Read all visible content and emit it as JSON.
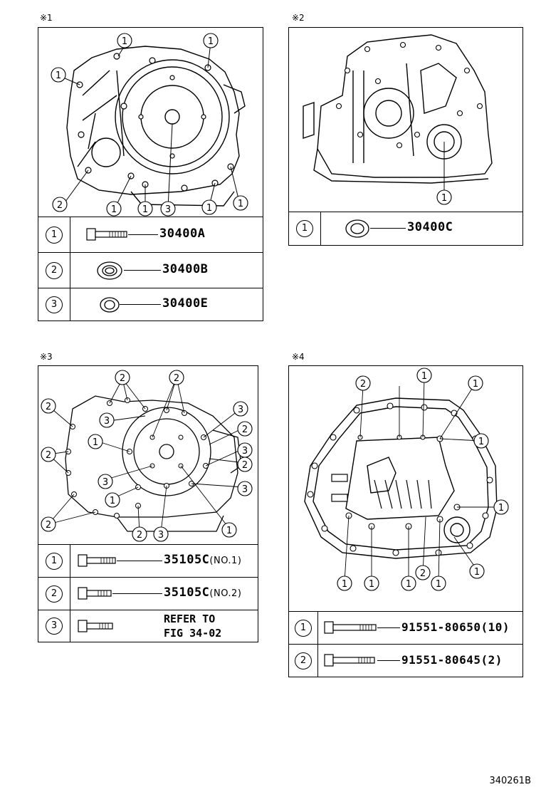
{
  "panels": [
    {
      "note": "※1",
      "rows": [
        {
          "key": "1",
          "part": "30400A",
          "suffix": ""
        },
        {
          "key": "2",
          "part": "30400B",
          "suffix": ""
        },
        {
          "key": "3",
          "part": "30400E",
          "suffix": ""
        }
      ]
    },
    {
      "note": "※2",
      "rows": [
        {
          "key": "1",
          "part": "30400C",
          "suffix": ""
        }
      ]
    },
    {
      "note": "※3",
      "rows": [
        {
          "key": "1",
          "part": "35105C",
          "suffix": "(NO.1)"
        },
        {
          "key": "2",
          "part": "35105C",
          "suffix": "(NO.2)"
        },
        {
          "key": "3",
          "part": "",
          "suffix": "",
          "refer": "REFER TO\nFIG 34-02"
        }
      ]
    },
    {
      "note": "※4",
      "rows": [
        {
          "key": "1",
          "part": "91551-80650",
          "suffix": "(10)"
        },
        {
          "key": "2",
          "part": "91551-80645",
          "suffix": "(2)"
        }
      ]
    }
  ],
  "figure_code": "340261B",
  "callouts": {
    "one": "1",
    "two": "2",
    "three": "3"
  }
}
